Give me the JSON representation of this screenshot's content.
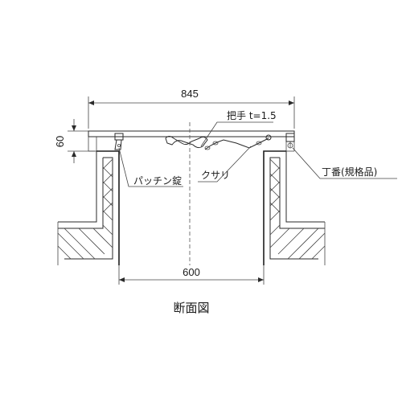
{
  "dimensions": {
    "overall_width": "845",
    "frame_height": "60",
    "opening_width": "600"
  },
  "callouts": {
    "handle": "把手 t=1.5",
    "latch": "パッチン錠",
    "chain": "クサリ",
    "hinge": "丁番(規格品)"
  },
  "caption": "断面図",
  "colors": {
    "line": "#2a2a2a",
    "background": "#ffffff"
  }
}
